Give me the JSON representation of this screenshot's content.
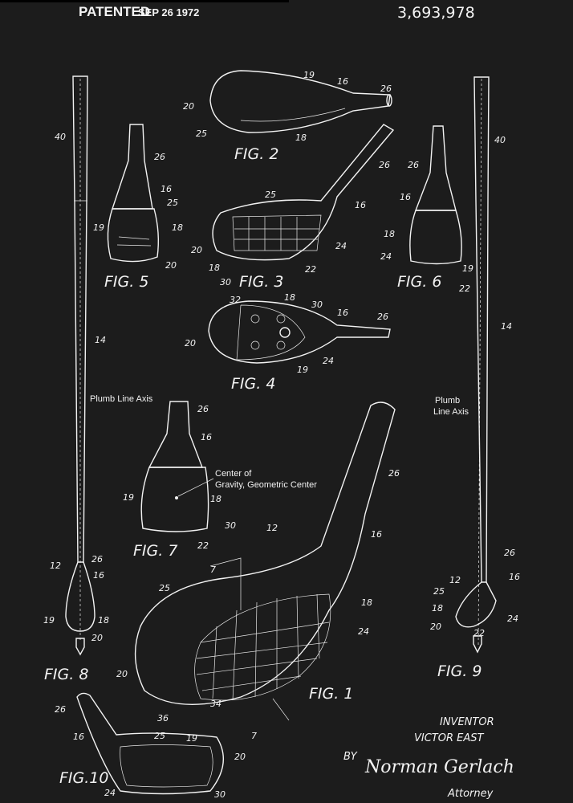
{
  "header": {
    "patented": "PATENTED",
    "date": "SEP 26 1972",
    "patent_number": "3,693,978"
  },
  "figures": {
    "fig1": {
      "label": "FIG. 1",
      "refs": [
        "26",
        "12",
        "16",
        "7",
        "25",
        "18",
        "24",
        "20",
        "36",
        "34",
        "7"
      ]
    },
    "fig2": {
      "label": "FIG. 2",
      "refs": [
        "19",
        "16",
        "26",
        "20",
        "25",
        "18"
      ]
    },
    "fig3": {
      "label": "FIG. 3",
      "refs": [
        "25",
        "26",
        "16",
        "24",
        "20",
        "18",
        "22",
        "30"
      ]
    },
    "fig4": {
      "label": "FIG. 4",
      "refs": [
        "32",
        "18",
        "30",
        "16",
        "26",
        "20",
        "24",
        "19"
      ]
    },
    "fig5": {
      "label": "FIG. 5",
      "refs": [
        "26",
        "16",
        "25",
        "18",
        "19",
        "20"
      ]
    },
    "fig6": {
      "label": "FIG. 6",
      "refs": [
        "26",
        "16",
        "18",
        "24",
        "19",
        "22"
      ]
    },
    "fig7": {
      "label": "FIG. 7",
      "refs": [
        "26",
        "16",
        "19",
        "18",
        "30",
        "22"
      ],
      "annotation_line1": "Center of",
      "annotation_line2": "Gravity, Geometric Center"
    },
    "fig8": {
      "label": "FIG. 8",
      "refs": [
        "40",
        "14",
        "12",
        "26",
        "16",
        "19",
        "18",
        "20"
      ],
      "axis_label": "Plumb Line Axis"
    },
    "fig9": {
      "label": "FIG. 9",
      "refs": [
        "40",
        "14",
        "26",
        "16",
        "12",
        "25",
        "18",
        "20",
        "22",
        "24"
      ],
      "axis_label_line1": "Plumb",
      "axis_label_line2": "Line Axis"
    },
    "fig10": {
      "label": "FIG.10",
      "refs": [
        "26",
        "16",
        "25",
        "19",
        "20",
        "24",
        "30"
      ]
    }
  },
  "signature": {
    "inventor_heading": "INVENTOR",
    "inventor_name": "VICTOR EAST",
    "by": "BY",
    "attorney_signature": "Norman Gerlach",
    "attorney_label": "Attorney"
  },
  "colors": {
    "background": "#1c1c1c",
    "ink": "#f2f2f2"
  }
}
